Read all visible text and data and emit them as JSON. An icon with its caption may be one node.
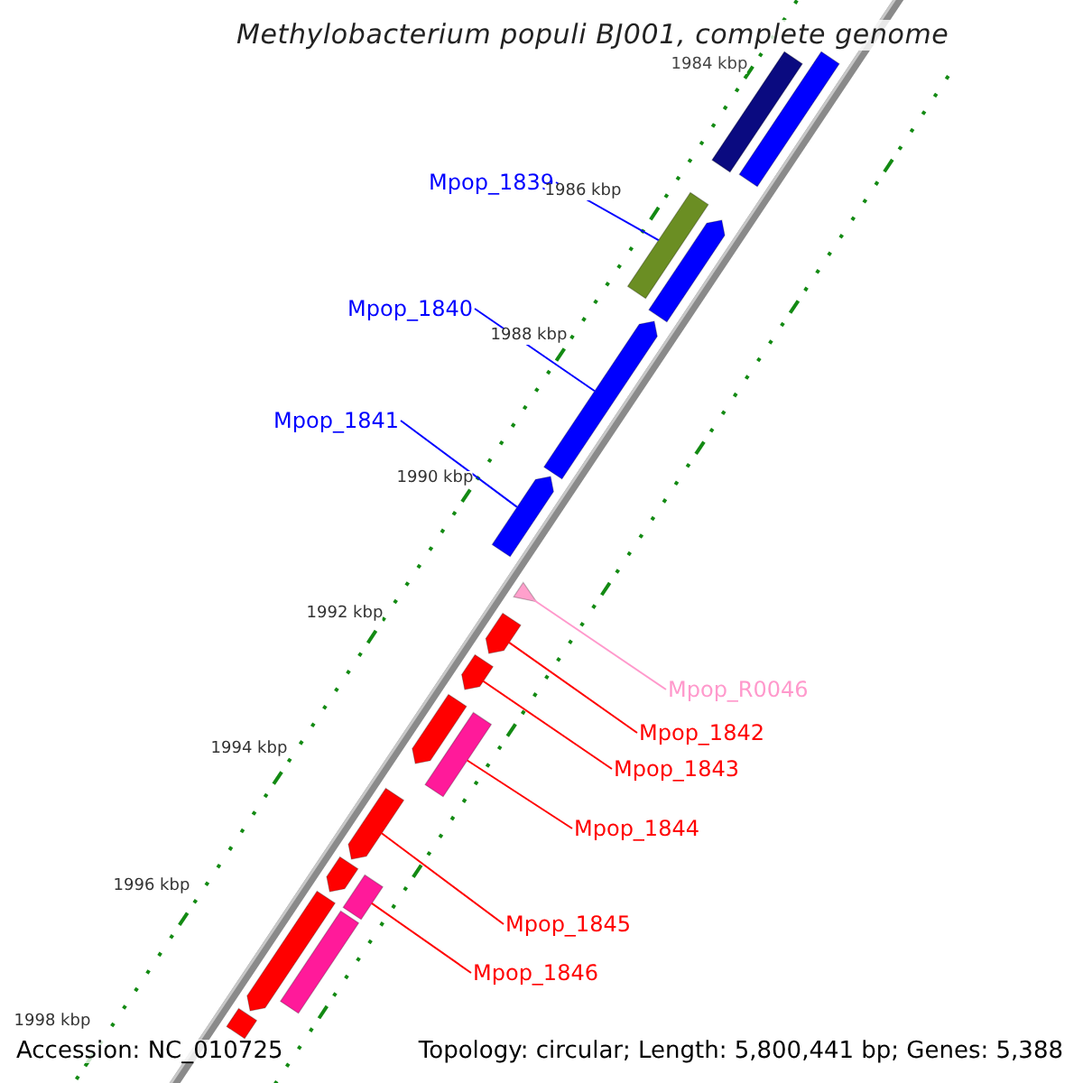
{
  "diagram": {
    "title": "Methylobacterium populi BJ001, complete genome",
    "nodes": [
      {
        "text": [
          "Mpop_1839"
        ]
      },
      {
        "text": [
          "Mpop_1840"
        ]
      },
      {
        "text": [
          "Mpop_1841"
        ]
      },
      {
        "text": [
          "Mpop_R0046"
        ]
      },
      {
        "text": [
          "Mpop_1842"
        ]
      },
      {
        "text": [
          "Mpop_1843"
        ]
      },
      {
        "text": [
          "Mpop_1844"
        ]
      },
      {
        "text": [
          "Mpop_1845"
        ]
      },
      {
        "text": [
          "Mpop_1846"
        ]
      },
      {
        "text": [],
        "shape": "bar"
      },
      {
        "text": [],
        "shape": "bar"
      },
      {
        "text": [],
        "shape": "bar"
      },
      {
        "text": [],
        "shape": "bar"
      },
      {
        "text": [],
        "shape": "bar"
      },
      {
        "text": [],
        "shape": "bar"
      },
      {
        "text": [],
        "shape": "bar"
      },
      {
        "text": [],
        "shape": "bar"
      },
      {
        "text": [],
        "shape": "bar"
      },
      {
        "text": [],
        "shape": "bar"
      },
      {
        "text": [],
        "shape": "bar"
      },
      {
        "text": [],
        "shape": "bar"
      },
      {
        "text": [],
        "shape": "bar"
      },
      {
        "text": [],
        "shape": "bar"
      },
      {
        "text": [],
        "shape": "bar"
      },
      {
        "text": [],
        "shape": "bar"
      },
      {
        "text": [],
        "shape": "bar"
      }
    ],
    "edges": [
      {
        "from": 0,
        "to": 11,
        "arrow": "none",
        "color": "#0000ff"
      },
      {
        "from": 1,
        "to": 13,
        "arrow": "none",
        "color": "#0000ff"
      },
      {
        "from": 2,
        "to": 14,
        "arrow": "none",
        "color": "#0000ff"
      },
      {
        "from": 3,
        "to": 15,
        "arrow": "none",
        "color": "#ff99cc"
      },
      {
        "from": 4,
        "to": 16,
        "arrow": "none"
      },
      {
        "from": 5,
        "to": 17,
        "arrow": "none"
      },
      {
        "from": 6,
        "to": 19,
        "arrow": "none"
      },
      {
        "from": 7,
        "to": 20,
        "arrow": "none"
      },
      {
        "from": 8,
        "to": 22,
        "arrow": "none"
      }
    ],
    "labels": [
      "1984 kbp",
      "1986 kbp",
      "1988 kbp",
      "1990 kbp",
      "1992 kbp",
      "1994 kbp",
      "1996 kbp",
      "1998 kbp",
      "Accession: NC_010725",
      "Topology: circular; Length: 5,800,441 bp; Genes: 5,388"
    ]
  }
}
